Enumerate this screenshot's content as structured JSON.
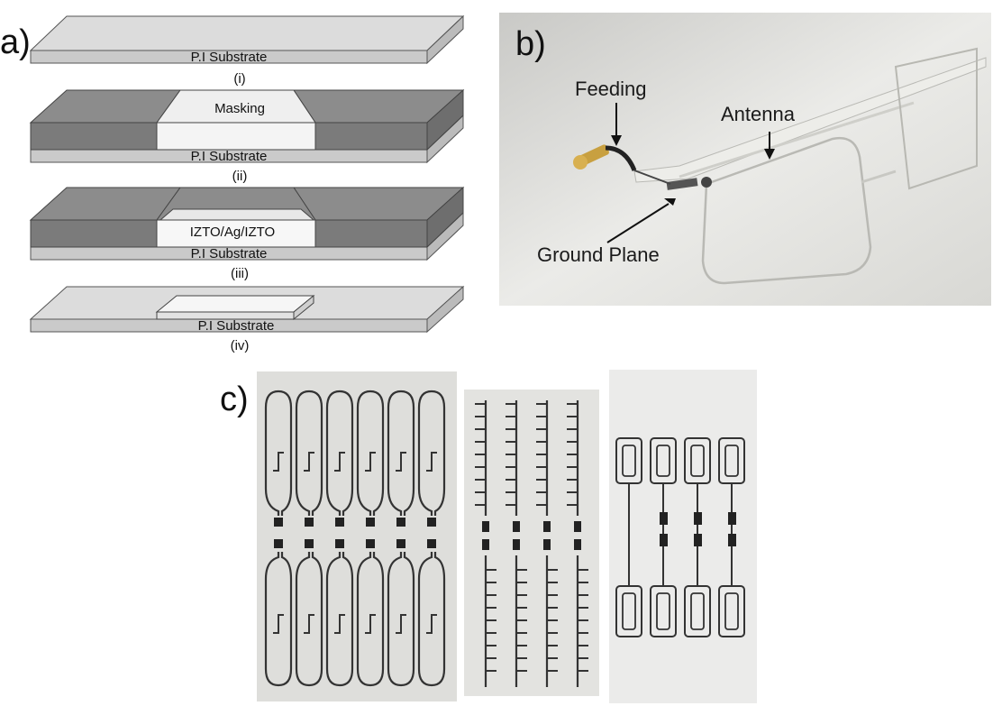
{
  "panels": {
    "a": {
      "label": "a)",
      "layer_base": "P.I Substrate",
      "steps": [
        {
          "caption": "(i)"
        },
        {
          "caption": "(ii)",
          "layer": "Masking"
        },
        {
          "caption": "(iii)",
          "layer": "IZTO/Ag/IZTO"
        },
        {
          "caption": "(iv)"
        }
      ]
    },
    "b": {
      "label": "b)",
      "callouts": [
        "Feeding",
        "Antenna",
        "Ground Plane"
      ]
    },
    "c": {
      "label": "c)"
    }
  },
  "colors": {
    "substrate_top": "#dcdcdc",
    "substrate_front": "#c8c8c8",
    "mask_top": "#8a8a8a",
    "mask_front": "#7a7a7a",
    "film": "#f2f2f2"
  }
}
